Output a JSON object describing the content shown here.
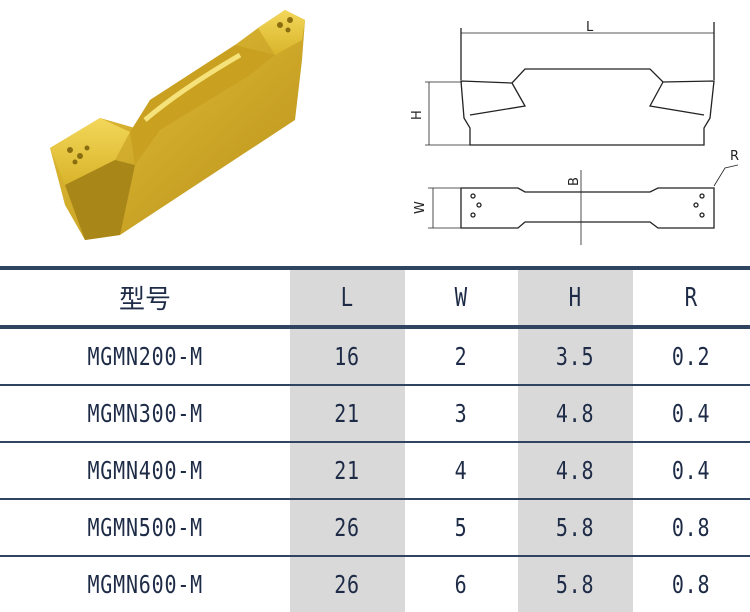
{
  "drawing": {
    "dim_labels": [
      "L",
      "H",
      "B",
      "W",
      "R"
    ]
  },
  "table": {
    "headers": [
      "型号",
      "L",
      "W",
      "H",
      "R"
    ],
    "rows": [
      [
        "MGMN200-M",
        "16",
        "2",
        "3.5",
        "0.2"
      ],
      [
        "MGMN300-M",
        "21",
        "3",
        "4.8",
        "0.4"
      ],
      [
        "MGMN400-M",
        "21",
        "4",
        "4.8",
        "0.4"
      ],
      [
        "MGMN500-M",
        "26",
        "5",
        "5.8",
        "0.8"
      ],
      [
        "MGMN600-M",
        "26",
        "6",
        "5.8",
        "0.8"
      ]
    ]
  },
  "colors": {
    "insert_gold": "#d9b01e",
    "line": "#2f4460",
    "shade": "#d9d9d9",
    "text": "#1e2b47"
  }
}
